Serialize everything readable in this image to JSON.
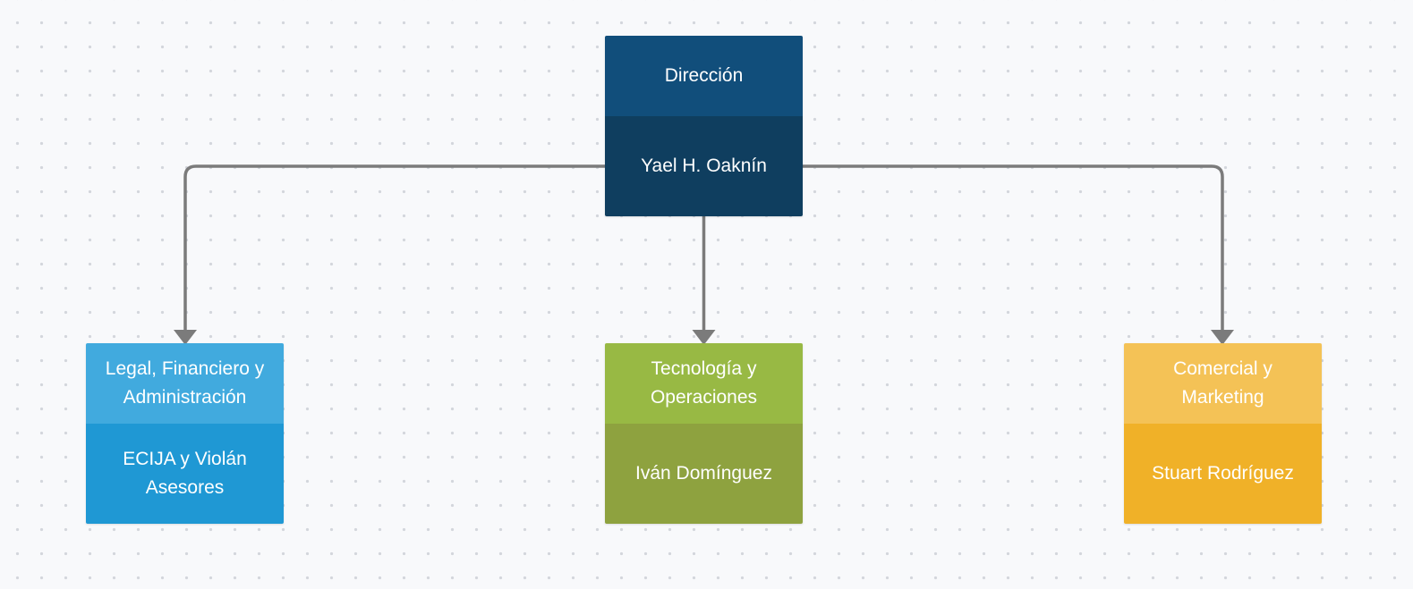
{
  "nodes": {
    "direccion": {
      "role": "Dirección",
      "person": "Yael  H. Oaknín",
      "role_color": "#114e7b",
      "person_color": "#0f3e5f"
    },
    "legal": {
      "role": "Legal, Financiero y Administración",
      "person": "ECIJA y Violán Asesores",
      "role_color": "#41aade",
      "person_color": "#1f98d4"
    },
    "tecnologia": {
      "role": "Tecnología  y Operaciones",
      "person": "Iván Domínguez",
      "role_color": "#98b944",
      "person_color": "#8ea23f"
    },
    "comercial": {
      "role": "Comercial y Marketing",
      "person": "Stuart Rodríguez",
      "role_color": "#f4c256",
      "person_color": "#f0b128"
    }
  },
  "connector_color": "#7b7b7b",
  "background_color": "#f8f9fb"
}
